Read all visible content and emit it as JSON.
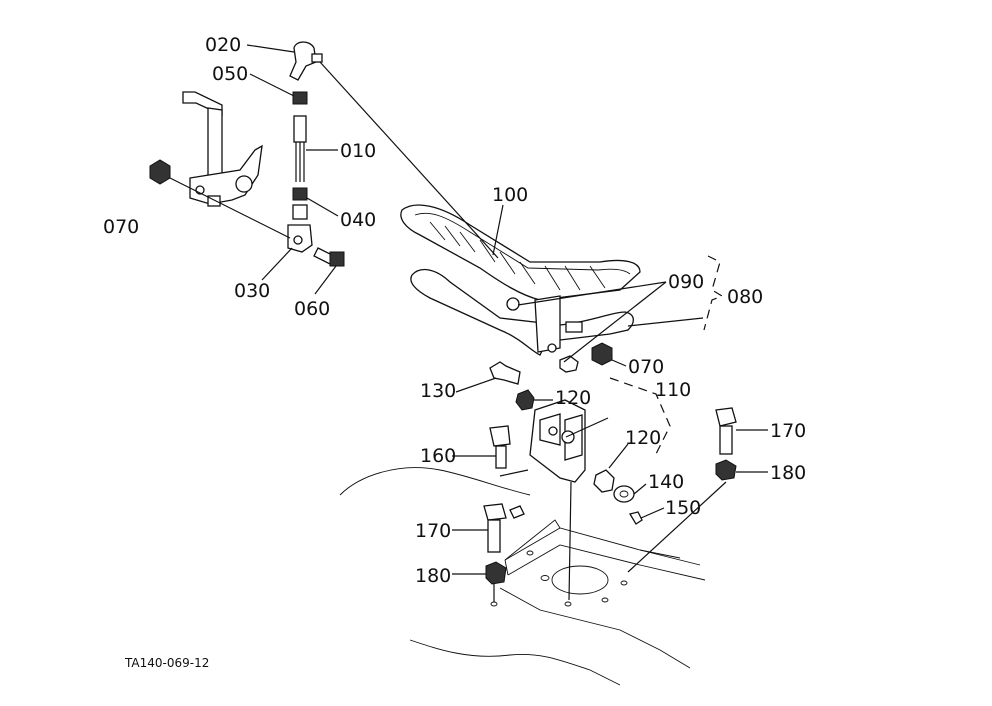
{
  "labels": {
    "p020": "020",
    "p050": "050",
    "p010": "010",
    "p070a": "070",
    "p040": "040",
    "p030": "030",
    "p060": "060",
    "p100": "100",
    "p090": "090",
    "p080": "080",
    "p070b": "070",
    "p130": "130",
    "p120a": "120",
    "p110": "110",
    "p160": "160",
    "p120b": "120",
    "p170a": "170",
    "p180a": "180",
    "p140": "140",
    "p150": "150",
    "p170b": "170",
    "p180b": "180"
  },
  "reference": "TA140-069-12"
}
